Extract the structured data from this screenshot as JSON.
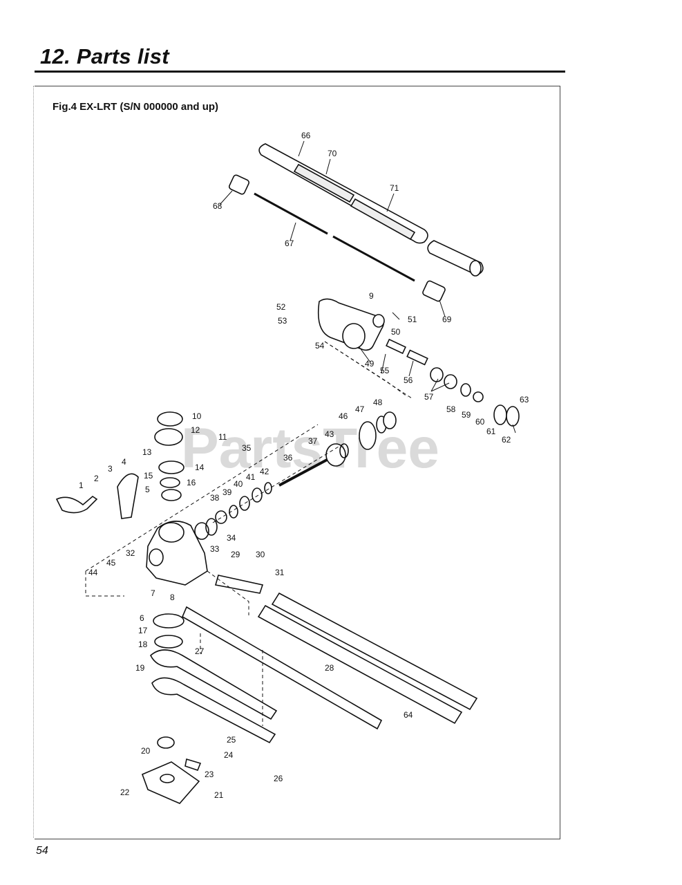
{
  "header": {
    "title": "12. Parts list"
  },
  "figure": {
    "caption": "Fig.4 EX-LRT (S/N 000000 and up)"
  },
  "watermark": {
    "text": "PartsTree"
  },
  "footer": {
    "page_number": "54"
  },
  "callouts": [
    "1",
    "2",
    "3",
    "4",
    "5",
    "6",
    "7",
    "8",
    "9",
    "10",
    "11",
    "12",
    "13",
    "14",
    "15",
    "16",
    "17",
    "18",
    "19",
    "20",
    "21",
    "22",
    "23",
    "24",
    "25",
    "26",
    "27",
    "28",
    "29",
    "30",
    "31",
    "32",
    "33",
    "34",
    "35",
    "36",
    "37",
    "38",
    "39",
    "40",
    "41",
    "42",
    "43",
    "44",
    "45",
    "46",
    "47",
    "48",
    "49",
    "50",
    "51",
    "52",
    "53",
    "54",
    "55",
    "56",
    "57",
    "58",
    "59",
    "60",
    "61",
    "62",
    "63",
    "64",
    "66",
    "67",
    "68",
    "69",
    "70",
    "71"
  ]
}
